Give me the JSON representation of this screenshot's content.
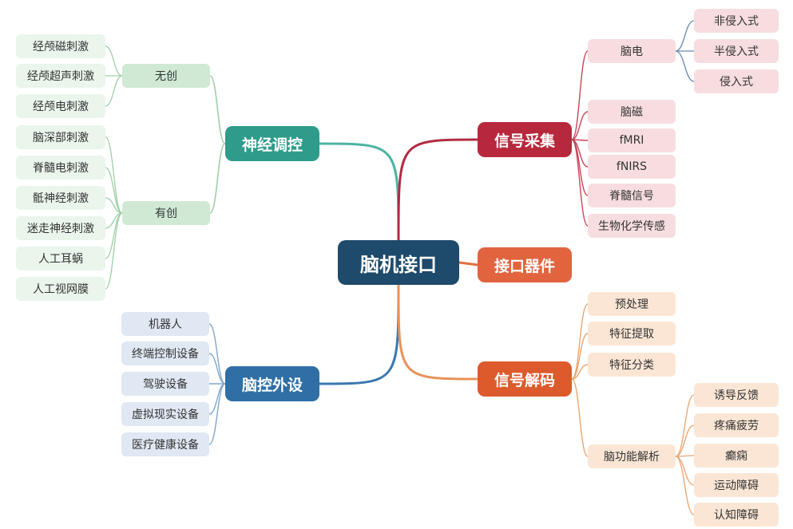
{
  "root": {
    "label": "脑机接口",
    "color": "#1e4a6b"
  },
  "branches": {
    "neuromod": {
      "label": "神经调控",
      "color": "#2f9c8b",
      "line": "#4db3a4",
      "groups": [
        {
          "label": "无创",
          "children": [
            "经颅磁刺激",
            "经颅超声刺激",
            "经颅电刺激"
          ]
        },
        {
          "label": "有创",
          "children": [
            "脑深部刺激",
            "脊髓电刺激",
            "骶神经刺激",
            "迷走神经刺激",
            "人工耳蜗",
            "人工视网膜"
          ]
        }
      ]
    },
    "peripheral": {
      "label": "脑控外设",
      "color": "#2f6fa5",
      "line": "#3a78b0",
      "children": [
        "机器人",
        "终端控制设备",
        "驾驶设备",
        "虚拟现实设备",
        "医疗健康设备"
      ]
    },
    "acquisition": {
      "label": "信号采集",
      "color": "#b8283c",
      "line": "#b02c42",
      "eeg": {
        "label": "脑电",
        "children": [
          "非侵入式",
          "半侵入式",
          "侵入式"
        ]
      },
      "children": [
        "脑磁",
        "fMRI",
        "fNIRS",
        "脊髓信号",
        "生物化学传感"
      ]
    },
    "device": {
      "label": "接口器件",
      "color": "#e2643f",
      "line": "#e0703f"
    },
    "decoding": {
      "label": "信号解码",
      "color": "#dc5a2c",
      "line": "#e8935a",
      "children": [
        "预处理",
        "特征提取",
        "特征分类"
      ],
      "function": {
        "label": "脑功能解析",
        "children": [
          "诱导反馈",
          "疼痛疲劳",
          "癫痫",
          "运动障碍",
          "认知障碍"
        ]
      }
    }
  },
  "palette": {
    "green_light": "#eaf5ec",
    "green_sub": "#cfe9d4",
    "blue_light": "#dfe8f3",
    "pink_light": "#f7dde0",
    "peach_light": "#fbe6d5"
  }
}
